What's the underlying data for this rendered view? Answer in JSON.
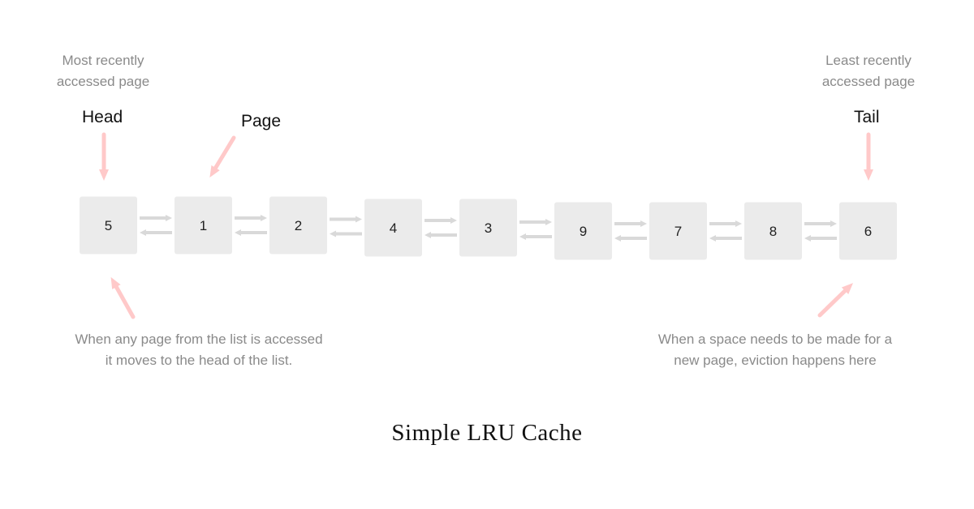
{
  "notes": {
    "most_recent_line1": "Most recently",
    "most_recent_line2": "accessed page",
    "least_recent_line1": "Least recently",
    "least_recent_line2": "accessed page",
    "access_line1": "When any page from the list is accessed",
    "access_line2": "it moves to the head of the list.",
    "evict_line1": "When a space needs to be made for a",
    "evict_line2": "new page, eviction happens here"
  },
  "labels": {
    "head": "Head",
    "page": "Page",
    "tail": "Tail"
  },
  "nodes": [
    "5",
    "1",
    "2",
    "4",
    "3",
    "9",
    "7",
    "8",
    "6"
  ],
  "colors": {
    "node_fill": "#ebebeb",
    "link_arrow": "#d9d9d9",
    "pointer_arrow": "#ffc9c9",
    "note_text": "#8a8a8a"
  },
  "title": "Simple LRU Cache"
}
